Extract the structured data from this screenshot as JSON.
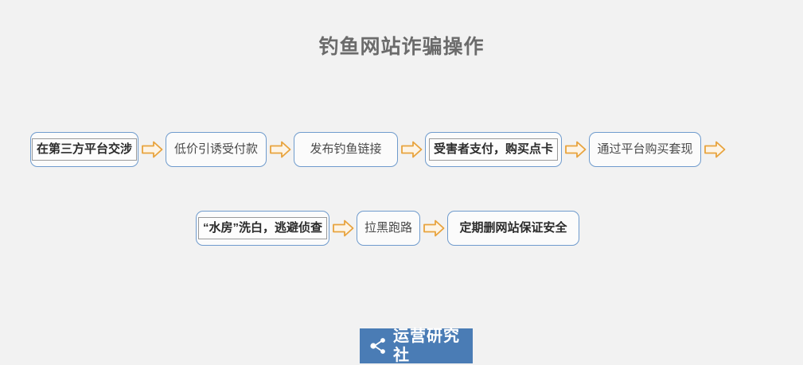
{
  "page": {
    "background_color": "#f2f2f2",
    "title": "钓鱼网站诈骗操作",
    "title_color": "#6b6b6b"
  },
  "colors": {
    "node_border": "#6f9bcd",
    "node_fill": "#fbfbfb",
    "arrow_stroke": "#e8a33d",
    "arrow_fill": "#fdf4e6",
    "inner_frame": "#9a9a9a",
    "watermark_bg": "#4a7cb5",
    "watermark_text": "#ffffff"
  },
  "flow": {
    "rows": [
      {
        "name": "row-1",
        "nodes": [
          {
            "label": "在第三方平台交涉",
            "style": "boxed",
            "width": 136
          },
          {
            "label": "低价引诱受付款",
            "style": "plain",
            "width": 127
          },
          {
            "label": "发布钓鱼链接",
            "style": "plain",
            "width": 131
          },
          {
            "label": "受害者支付，购买点卡",
            "style": "boxed",
            "width": 172
          },
          {
            "label": "通过平台购买套现",
            "style": "plain",
            "width": 141
          }
        ],
        "trailing_arrow": true
      },
      {
        "name": "row-2",
        "nodes": [
          {
            "label": "“水房”洗白，逃避侦查",
            "style": "boxed",
            "width": 168
          },
          {
            "label": "拉黑跑路",
            "style": "plain",
            "width": 80
          },
          {
            "label": "定期删网站保证安全",
            "style": "bold",
            "width": 166
          }
        ],
        "trailing_arrow": false
      }
    ],
    "arrow_icon": "arrow-right-icon"
  },
  "watermark": {
    "icon": "share-icon",
    "text": "运营研究社"
  }
}
